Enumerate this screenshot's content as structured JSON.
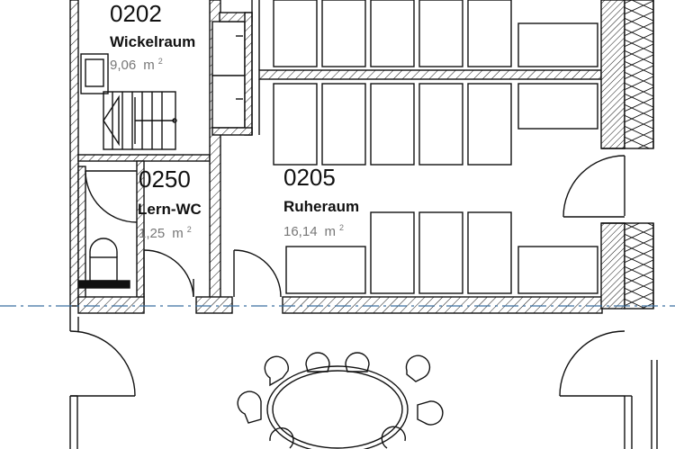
{
  "rooms": {
    "wickelraum": {
      "number": "0202",
      "name": "Wickelraum",
      "area": "9,06",
      "unit": "m",
      "sup": "2"
    },
    "lernwc": {
      "number": "0250",
      "name": "Lern-WC",
      "area": "1,25",
      "unit": "m",
      "sup": "2"
    },
    "ruheraum": {
      "number": "0205",
      "name": "Ruheraum",
      "area": "16,14",
      "unit": "m",
      "sup": "2"
    }
  },
  "colors": {
    "wall": "#111111",
    "axis_line": "#3a6fa0",
    "area_text": "#777777",
    "background": "#ffffff"
  }
}
